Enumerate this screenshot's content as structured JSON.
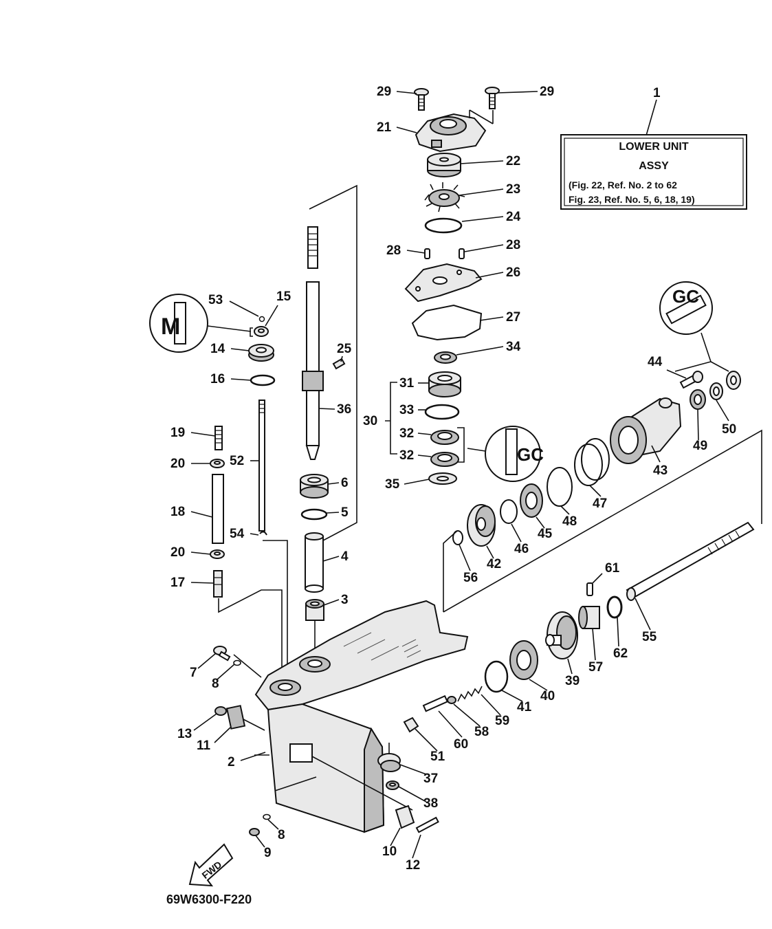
{
  "info_box": {
    "ref": "1",
    "title_line1": "LOWER  UNIT",
    "title_line2": "ASSY",
    "note_line1": "(Fig. 22, Ref. No. 2 to 62",
    "note_line2": " Fig. 23, Ref. No. 5, 6, 18, 19)"
  },
  "callouts": [
    {
      "label": "29"
    },
    {
      "label": "29"
    },
    {
      "label": "21"
    },
    {
      "label": "22"
    },
    {
      "label": "23"
    },
    {
      "label": "24"
    },
    {
      "label": "28"
    },
    {
      "label": "28"
    },
    {
      "label": "26"
    },
    {
      "label": "27"
    },
    {
      "label": "34"
    },
    {
      "label": "25"
    },
    {
      "label": "31"
    },
    {
      "label": "33"
    },
    {
      "label": "30"
    },
    {
      "label": "32"
    },
    {
      "label": "32"
    },
    {
      "label": "35"
    },
    {
      "label": "36"
    },
    {
      "label": "6"
    },
    {
      "label": "5"
    },
    {
      "label": "4"
    },
    {
      "label": "3"
    },
    {
      "label": "53"
    },
    {
      "label": "15"
    },
    {
      "label": "14"
    },
    {
      "label": "16"
    },
    {
      "label": "19"
    },
    {
      "label": "52"
    },
    {
      "label": "20"
    },
    {
      "label": "18"
    },
    {
      "label": "54"
    },
    {
      "label": "20"
    },
    {
      "label": "17"
    },
    {
      "label": "7"
    },
    {
      "label": "8"
    },
    {
      "label": "13"
    },
    {
      "label": "11"
    },
    {
      "label": "2"
    },
    {
      "label": "8"
    },
    {
      "label": "9"
    },
    {
      "label": "10"
    },
    {
      "label": "12"
    },
    {
      "label": "44"
    },
    {
      "label": "49"
    },
    {
      "label": "50"
    },
    {
      "label": "43"
    },
    {
      "label": "47"
    },
    {
      "label": "48"
    },
    {
      "label": "45"
    },
    {
      "label": "46"
    },
    {
      "label": "42"
    },
    {
      "label": "56"
    },
    {
      "label": "61"
    },
    {
      "label": "55"
    },
    {
      "label": "62"
    },
    {
      "label": "57"
    },
    {
      "label": "39"
    },
    {
      "label": "40"
    },
    {
      "label": "41"
    },
    {
      "label": "59"
    },
    {
      "label": "58"
    },
    {
      "label": "60"
    },
    {
      "label": "51"
    },
    {
      "label": "37"
    },
    {
      "label": "38"
    }
  ],
  "direction_label": "FWD",
  "figure_code": "69W6300-F220",
  "symbols": {
    "grease_marine": "M",
    "grease_cc_upper": "GC",
    "grease_cc_lower": "GC"
  }
}
